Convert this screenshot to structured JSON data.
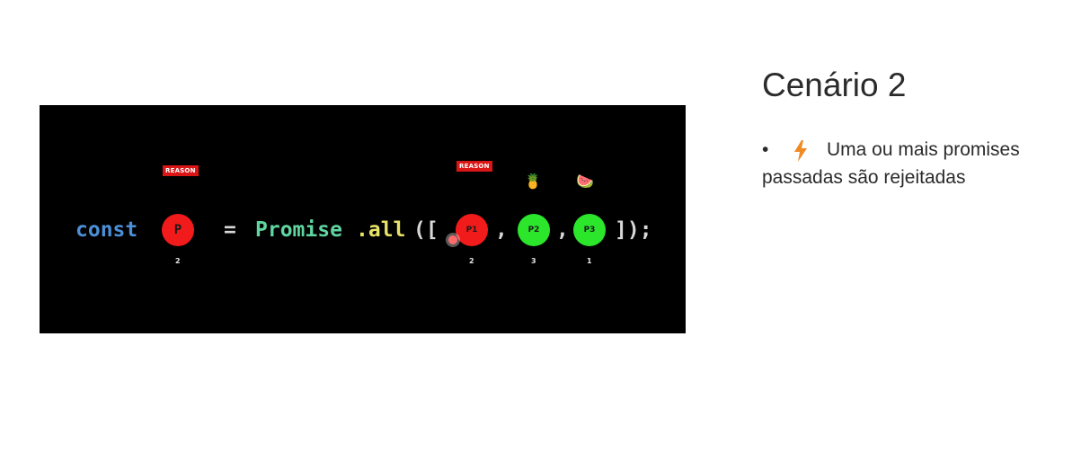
{
  "slide": {
    "title": "Cenário 2",
    "bullet": {
      "marker": "•",
      "icon": "lightning-bolt-icon",
      "line1": "Uma ou mais promises",
      "line2": "passadas são rejeitadas"
    }
  },
  "code": {
    "keyword": "const",
    "assign": "=",
    "class_name": "Promise",
    "method": ".all",
    "open": "([",
    "comma": ",",
    "close": "]);",
    "result": {
      "label": "P",
      "status": "rejected",
      "tag": "REASON",
      "emoji": "😪",
      "order": "2"
    },
    "promises": [
      {
        "label": "P1",
        "status": "rejected",
        "tag": "REASON",
        "emoji": "😪",
        "order": "2"
      },
      {
        "label": "P2",
        "status": "fulfilled",
        "emoji": "🍍",
        "order": "3"
      },
      {
        "label": "P3",
        "status": "fulfilled",
        "emoji": "🍉",
        "order": "1"
      }
    ]
  },
  "colors": {
    "panel_bg": "#000000",
    "rejected": "#f21b1b",
    "fulfilled": "#2ce62c",
    "bolt": "#f08a24",
    "title_text": "#2b2b2b"
  }
}
